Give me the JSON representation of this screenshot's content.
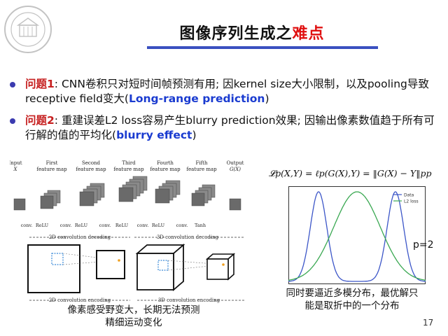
{
  "title": {
    "prefix": "图像序列生成之",
    "highlight": "难点"
  },
  "bullets": [
    {
      "label": "问题1",
      "text_a": ": CNN卷积只对短时间帧预测有用; 因kernel size大小限制，以及pooling导致receptive field变大(",
      "keyword": "Long-range prediction",
      "text_b": ")"
    },
    {
      "label": "问题2",
      "text_a": ": 重建误差L2 loss容易产生blurry prediction效果; 因输出像素数值趋于所有可行解的值的平均化(",
      "keyword": "blurry effect",
      "text_b": ")"
    }
  ],
  "diagram": {
    "columns": [
      {
        "line1": "Input",
        "line2": "X"
      },
      {
        "line1": "First",
        "line2": "feature map"
      },
      {
        "line1": "Second",
        "line2": "feature map"
      },
      {
        "line1": "Third",
        "line2": "feature map"
      },
      {
        "line1": "Fourth",
        "line2": "feature map"
      },
      {
        "line1": "Fifth",
        "line2": "feature map"
      },
      {
        "line1": "Output",
        "line2": "G(X)"
      }
    ],
    "ops": [
      "conv.",
      "ReLU",
      "conv.",
      "ReLU",
      "conv.",
      "ReLU",
      "conv.",
      "ReLU",
      "conv.",
      "Tanh"
    ],
    "dec2d": "2D convolution decoding",
    "dec3d": "3D convolution decoding",
    "enc2d": "2D convolution encoding",
    "enc3d": "3D convolution encoding"
  },
  "left_caption": {
    "line1": "像素感受野变大，长期无法预测",
    "line2": "精细运动变化"
  },
  "formula": "𝓛p(X,Y) = ℓp(G(X),Y) = ‖G(X) − Y‖pp",
  "chart_data": {
    "type": "line",
    "title": "",
    "xlabel": "",
    "ylabel": "",
    "xlim": [
      0,
      1
    ],
    "ylim": [
      0,
      1
    ],
    "series": [
      {
        "name": "Data",
        "color": "#3c56c8",
        "peaks": [
          {
            "mu": 0.22,
            "sigma": 0.06,
            "amp": 1.0
          },
          {
            "mu": 0.78,
            "sigma": 0.06,
            "amp": 1.0
          }
        ]
      },
      {
        "name": "L2 loss",
        "color": "#3aa852",
        "peaks": [
          {
            "mu": 0.5,
            "sigma": 0.17,
            "amp": 1.0
          }
        ]
      }
    ],
    "legend_position": "top-right"
  },
  "p_label": "p=2",
  "right_caption": {
    "line1": "同时要逼近多模分布，最优解只",
    "line2": "能是取折中的一个分布"
  },
  "page_number": "17"
}
